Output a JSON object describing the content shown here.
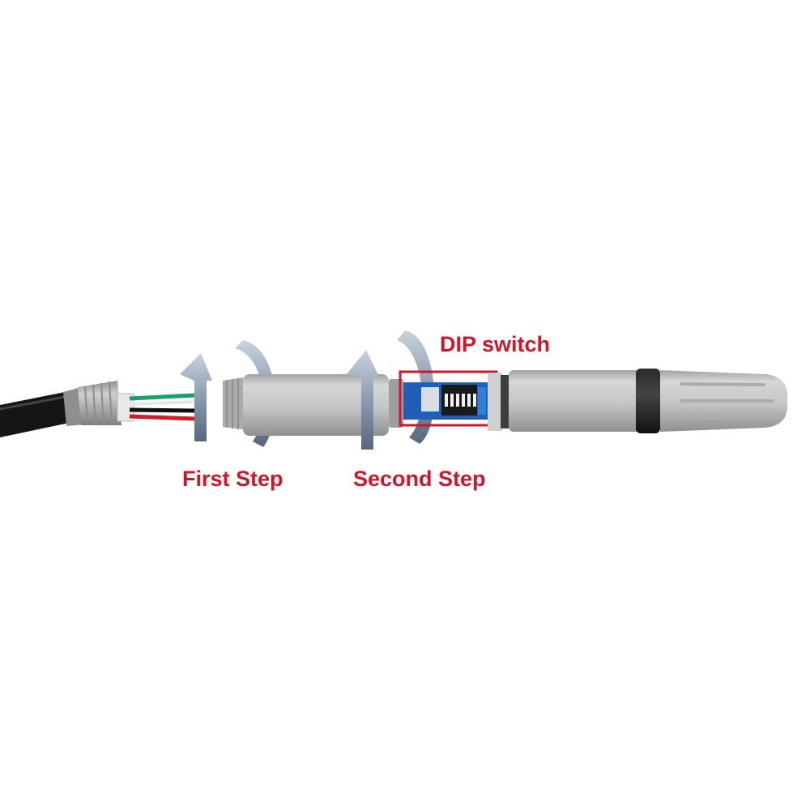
{
  "labels": {
    "dip_switch": "DIP switch",
    "first_step": "First Step",
    "second_step": "Second Step"
  },
  "icons": {
    "first_rotation": "rotate-arrow-icon",
    "second_rotation": "rotate-arrow-icon"
  },
  "colors": {
    "label_red": "#d1162c",
    "highlight_box": "#d1162c",
    "housing_gray": "#c9cacb",
    "pcb_blue": "#1f5fb8",
    "cable_black": "#151515",
    "arrow_steel": "#7e8fa3"
  }
}
